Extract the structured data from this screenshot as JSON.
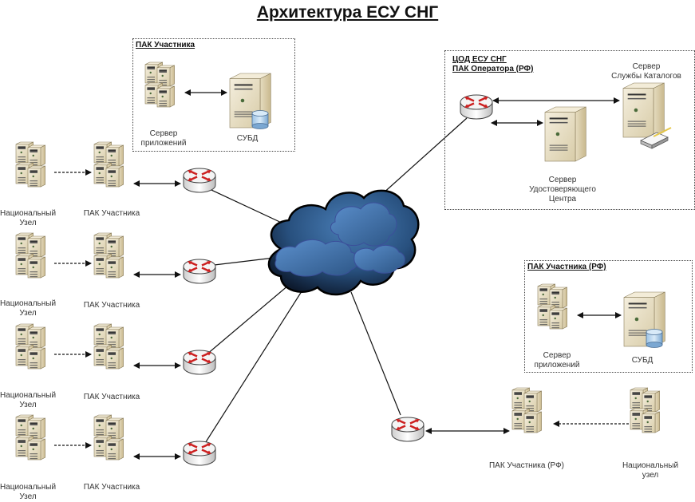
{
  "title": "Архитектура ЕСУ СНГ",
  "groups": {
    "top_participant": {
      "label": "ПАК Участника",
      "app_server": "Сервер\nприложений",
      "dbms": "СУБД"
    },
    "operator_dc": {
      "label": "ЦОД ЕСУ СНГ\nПАК Оператора (РФ)",
      "directory_server": "Сервер\nСлужбы Каталогов",
      "ca_server": "Сервер\nУдостоверяющего\nЦентра"
    },
    "rf_participant": {
      "label": "ПАК Участника (РФ)",
      "app_server": "Сервер\nприложений",
      "dbms": "СУБД"
    }
  },
  "left_rows": [
    {
      "national_node": "Национальный\nУзел",
      "participant": "ПАК Участника"
    },
    {
      "national_node": "Национальный\nУзел",
      "participant": "ПАК Участника"
    },
    {
      "national_node": "Национальный\nУзел",
      "participant": "ПАК Участника"
    },
    {
      "national_node": "Национальный\nУзел",
      "participant": "ПАК Участника"
    }
  ],
  "bottom_right": {
    "participant": "ПАК Участника (РФ)",
    "national_node": "Национальный\nузел"
  },
  "cloud": {
    "name": "network-cloud"
  },
  "colors": {
    "server_front": "#e8dfc4",
    "server_side": "#d4c69e",
    "cloud_dark": "#0d1a2e",
    "cloud_light": "#4a7fb8",
    "router_arrow": "#cc1f1f"
  }
}
